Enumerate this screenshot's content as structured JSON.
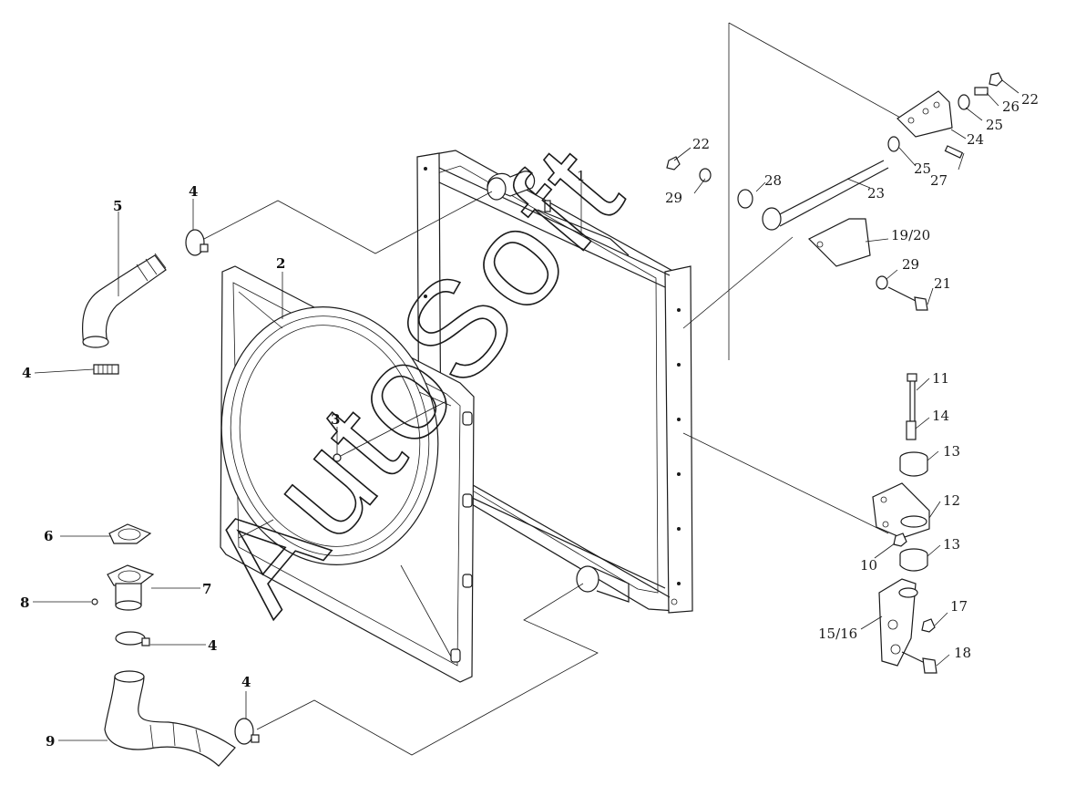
{
  "watermark": "AutoSoft",
  "labels": {
    "l1": "1",
    "l2": "2",
    "l3": "3",
    "l4a": "4",
    "l4b": "4",
    "l4c": "4",
    "l4d": "4",
    "l5": "5",
    "l6": "6",
    "l7": "7",
    "l8": "8",
    "l9": "9",
    "l10": "10",
    "l11": "11",
    "l12": "12",
    "l13a": "13",
    "l13b": "13",
    "l14": "14",
    "l15": "15/16",
    "l17": "17",
    "l18": "18",
    "l19": "19/20",
    "l21": "21",
    "l22a": "22",
    "l22b": "22",
    "l23": "23",
    "l24": "24",
    "l25a": "25",
    "l25b": "25",
    "l26": "26",
    "l27": "27",
    "l28": "28",
    "l29a": "29",
    "l29b": "29"
  }
}
